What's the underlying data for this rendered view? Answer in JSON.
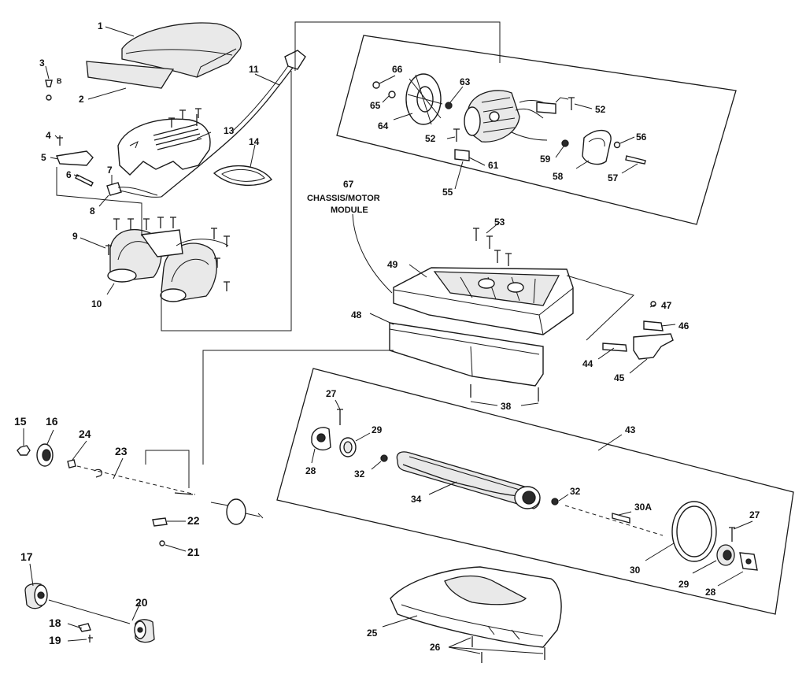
{
  "diagram": {
    "callouts": {
      "c1": "1",
      "c2": "2",
      "c3": "3",
      "c4": "4",
      "c5": "5",
      "c6": "6",
      "c7": "7",
      "c8": "8",
      "c9": "9",
      "c10": "10",
      "c11": "11",
      "c13": "13",
      "c14": "14",
      "c15": "15",
      "c16": "16",
      "c17": "17",
      "c18": "18",
      "c19": "19",
      "c20": "20",
      "c21": "21",
      "c22": "22",
      "c23": "23",
      "c24": "24",
      "c25": "25",
      "c26": "26",
      "c27a": "27",
      "c27b": "27",
      "c28a": "28",
      "c28b": "28",
      "c29a": "29",
      "c29b": "29",
      "c30": "30",
      "c30a": "30A",
      "c32a": "32",
      "c32b": "32",
      "c34": "34",
      "c38": "38",
      "c43": "43",
      "c44": "44",
      "c45": "45",
      "c46": "46",
      "c47": "47",
      "c48": "48",
      "c49": "49",
      "c52a": "52",
      "c52b": "52",
      "c53": "53",
      "c55": "55",
      "c56": "56",
      "c57": "57",
      "c58": "58",
      "c59": "59",
      "c61": "61",
      "c63": "63",
      "c64": "64",
      "c65": "65",
      "c66": "66",
      "c67": "67"
    },
    "module_title_line1": "CHASSIS/MOTOR",
    "module_title_line2": "MODULE"
  }
}
